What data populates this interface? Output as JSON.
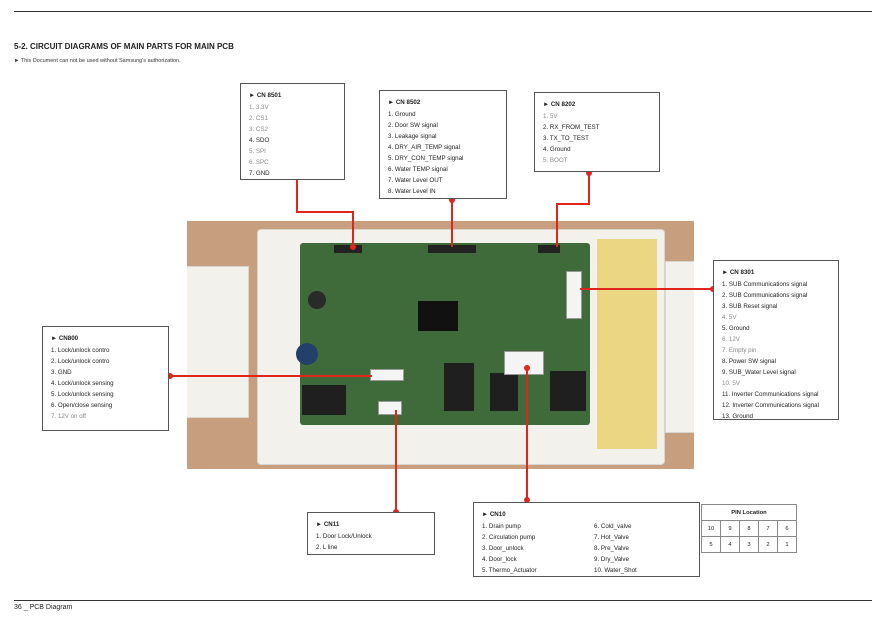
{
  "header": {
    "title": "5-2.  CIRCUIT DIAGRAMS OF MAIN PARTS FOR MAIN PCB",
    "note": "►  This Document can not be used without Samsung's authorization."
  },
  "footer": {
    "text": "36 _ PCB Diagram"
  },
  "connectors": {
    "cn8501": {
      "title": "►  CN 8501",
      "items": [
        "1.  3.3V",
        "2.  CS1",
        "3.  CS2",
        "4.  SDO",
        "5.  SPI",
        "6.  SPC",
        "7.  GND"
      ]
    },
    "cn8502": {
      "title": "►  CN 8502",
      "items": [
        "1.  Ground",
        "2.  Door SW signal",
        "3.  Leakage signal",
        "4.  DRY_AIR_TEMP signal",
        "5.  DRY_CON_TEMP signal",
        "6.  Water TEMP signal",
        "7.  Water Level OUT",
        "8.  Water Level IN"
      ]
    },
    "cn8202": {
      "title": "►  CN 8202",
      "items": [
        "1.  5V",
        "2.  RX_FROM_TEST",
        "3.  TX_TO_TEST",
        "4.  Ground",
        "5.  BOOT"
      ]
    },
    "cn8301": {
      "title": "►  CN 8301",
      "items": [
        "1.  SUB Communications signal",
        "2.  SUB Communications signal",
        "3.  SUB Reset signal",
        "4.  5V",
        "5.  Ground",
        "6.  12V",
        "7.  Empty pin",
        "8.  Power SW signal",
        "9.  SUB_Water Level signal",
        "10. 5V",
        "11. Inverter Communications signal",
        "12. Inverter Communications signal",
        "13. Ground"
      ]
    },
    "cn800": {
      "title": "►  CN800",
      "items": [
        "1.  Lock/unlock contro",
        "2.  Lock/unlock contro",
        "3.  GND",
        "4.  Lock/unlock sensing",
        "5.  Lock/unlock sensing",
        "6.  Open/close sensing",
        "7.  12V on off"
      ]
    },
    "cn11": {
      "title": "►  CN11",
      "items": [
        "1.  Door Lock/Unlock",
        "2.  L line"
      ]
    },
    "cn10": {
      "title": "►  CN10",
      "col1": [
        "1.  Drain pump",
        "2.  Circulation pump",
        "3.  Door_unlock",
        "4.  Door_lock",
        "5.  Thermo_Actuator"
      ],
      "col2": [
        "6.  Cold_valve",
        "7.  Hot_Valve",
        "8.  Pre_Valve",
        "9.  Dry_Valve",
        "10. Water_Shot"
      ]
    }
  },
  "pin_location": {
    "title": "PIN Location",
    "row1": [
      "10",
      "9",
      "8",
      "7",
      "6"
    ],
    "row2": [
      "5",
      "4",
      "3",
      "2",
      "1"
    ]
  },
  "colors": {
    "wire": "#e0251b",
    "pcb": "#3f6b3a",
    "background_photo": "#c89f7e"
  }
}
